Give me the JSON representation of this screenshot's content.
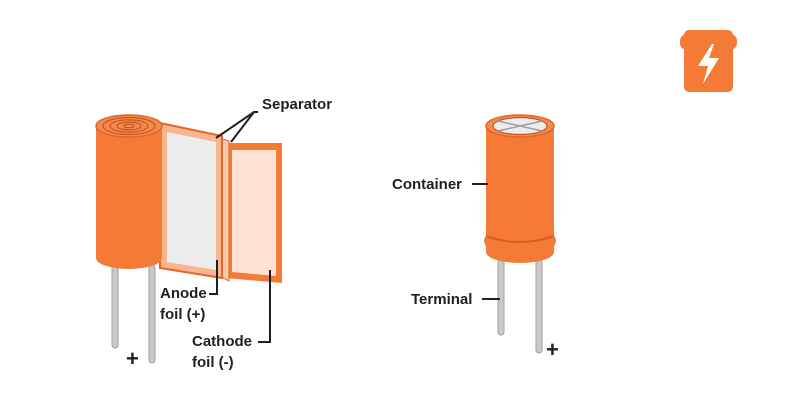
{
  "labels": {
    "separator": "Separator",
    "anode_line1": "Anode",
    "anode_line2": "foil (+)",
    "cathode_line1": "Cathode",
    "cathode_line2": "foil (-)",
    "container": "Container",
    "terminal": "Terminal"
  },
  "signs": {
    "left_plus": "+",
    "right_plus": "+"
  },
  "colors": {
    "body_orange": "#f47a35",
    "body_outline": "#e2662a",
    "foil_light": "#fde1d2",
    "separator_gray": "#ececec",
    "lead_gray": "#c9c9c9",
    "logo_orange": "#f47a35"
  },
  "logo": {
    "icon": "lightning-bolt-icon"
  }
}
